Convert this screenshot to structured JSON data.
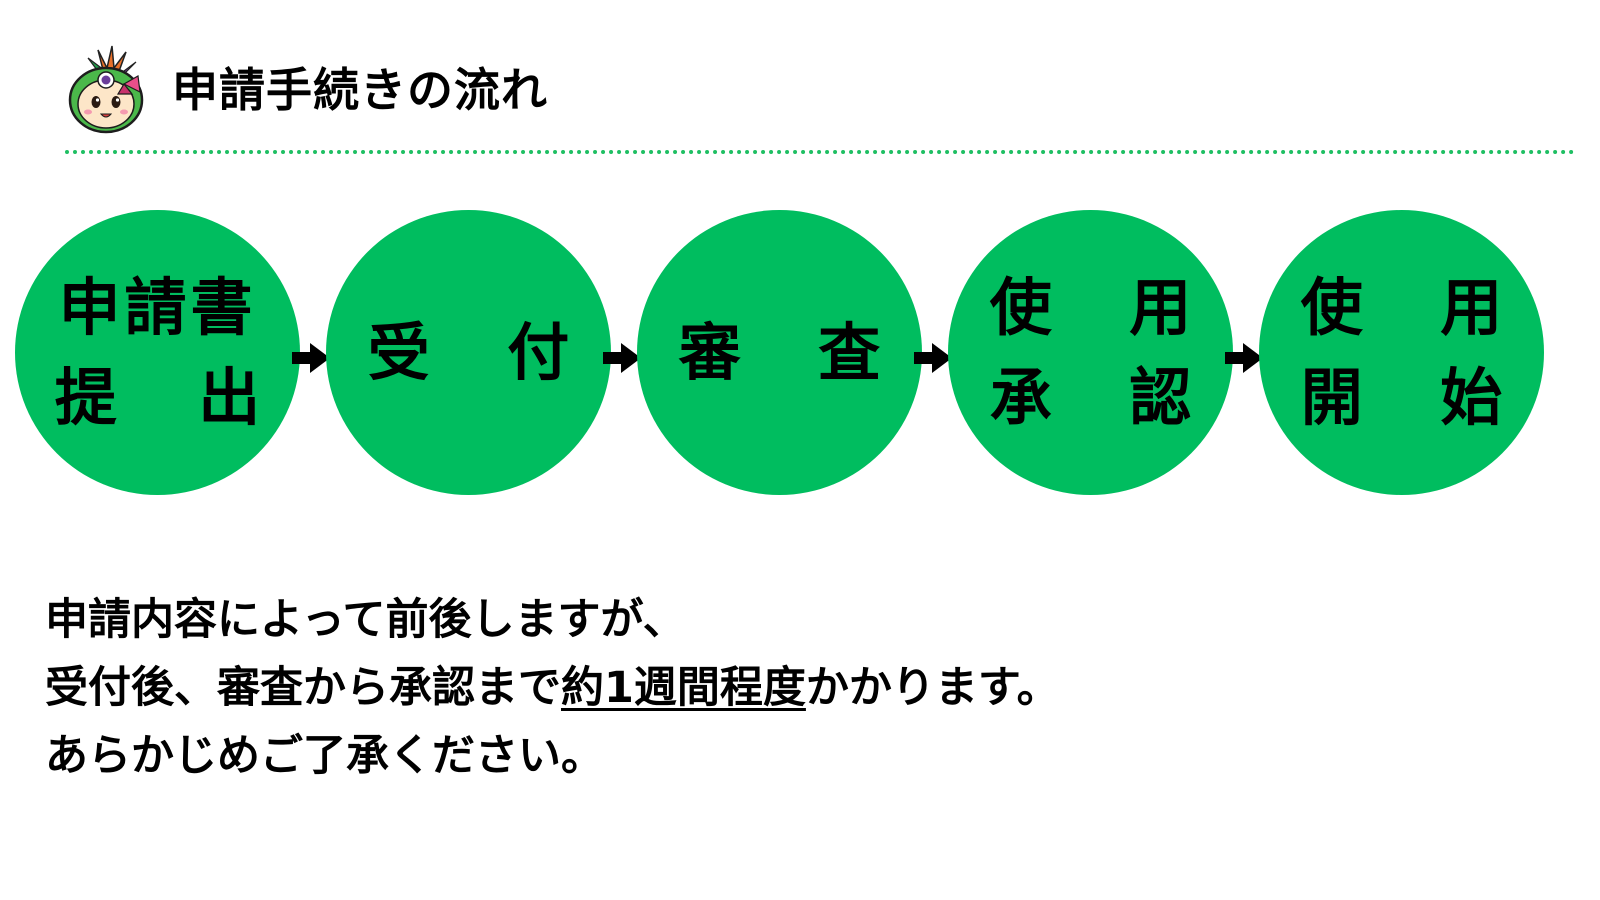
{
  "header": {
    "title": "申請手続きの流れ",
    "mascot_icon": "mascot-character-icon"
  },
  "colors": {
    "circle": "#00bd5f",
    "divider": "#1fbf63",
    "text": "#000000"
  },
  "steps": [
    {
      "line1": "申請書",
      "line2": "提 出"
    },
    {
      "line1": "受 付",
      "line2": ""
    },
    {
      "line1": "審 査",
      "line2": ""
    },
    {
      "line1": "使 用",
      "line2": "承 認"
    },
    {
      "line1": "使 用",
      "line2": "開 始"
    }
  ],
  "arrow_icon": "right-arrow-icon",
  "notes": {
    "line1": "申請内容によって前後しますが、",
    "line2_before": "受付後、審査から承認まで",
    "line2_underlined": "約1週間程度",
    "line2_after": "かかります。",
    "line3": "あらかじめご了承ください。"
  }
}
